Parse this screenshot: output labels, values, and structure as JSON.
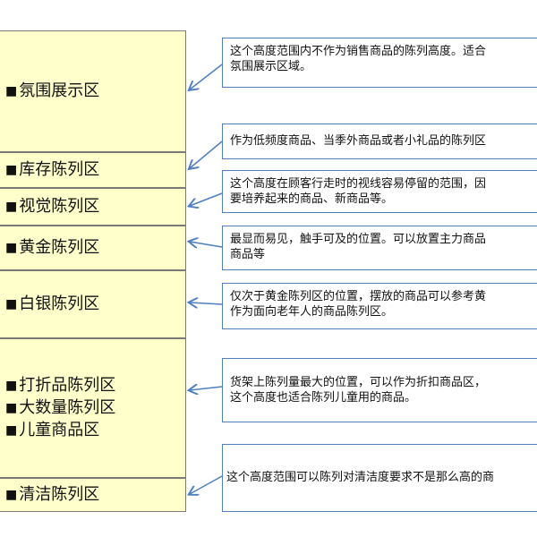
{
  "zones": [
    {
      "lines": [
        "氛围展示区"
      ]
    },
    {
      "lines": [
        "库存陈列区"
      ]
    },
    {
      "lines": [
        "视觉陈列区"
      ]
    },
    {
      "lines": [
        "黄金陈列区"
      ]
    },
    {
      "lines": [
        "白银陈列区"
      ]
    },
    {
      "lines": [
        "打折品陈列区",
        "大数量陈列区",
        "儿童商品区"
      ]
    },
    {
      "lines": [
        "清洁陈列区"
      ]
    }
  ],
  "bullet": "■",
  "notes": [
    {
      "lines": [
        "这个高度范围内不作为销售商品的陈列高度。适合",
        "氛围展示区域。"
      ]
    },
    {
      "lines": [
        "作为低频度商品、当季外商品或者小礼品的陈列区"
      ]
    },
    {
      "lines": [
        "这个高度在顾客行走时的视线容易停留的范围，因",
        "要培养起来的商品、新商品等。"
      ]
    },
    {
      "lines": [
        "最显而易见，触手可及的位置。可以放置主力商品",
        "商品等"
      ]
    },
    {
      "lines": [
        "仅次于黄金陈列区的位置，摆放的商品可以参考黄",
        "作为面向老年人的商品陈列区。"
      ]
    },
    {
      "lines": [
        "货架上陈列量最大的位置，可以作为折扣商品区，",
        "这个高度也适合陈列儿童用的商品。"
      ]
    },
    {
      "lines": [
        "这个高度范围可以陈列对清洁度要求不是那么高的商"
      ]
    }
  ],
  "colors": {
    "zone_fill": "#ffffcc",
    "zone_border": "#7a7a7a",
    "note_border": "#4f7fbf",
    "arrow": "#4f7fbf"
  }
}
